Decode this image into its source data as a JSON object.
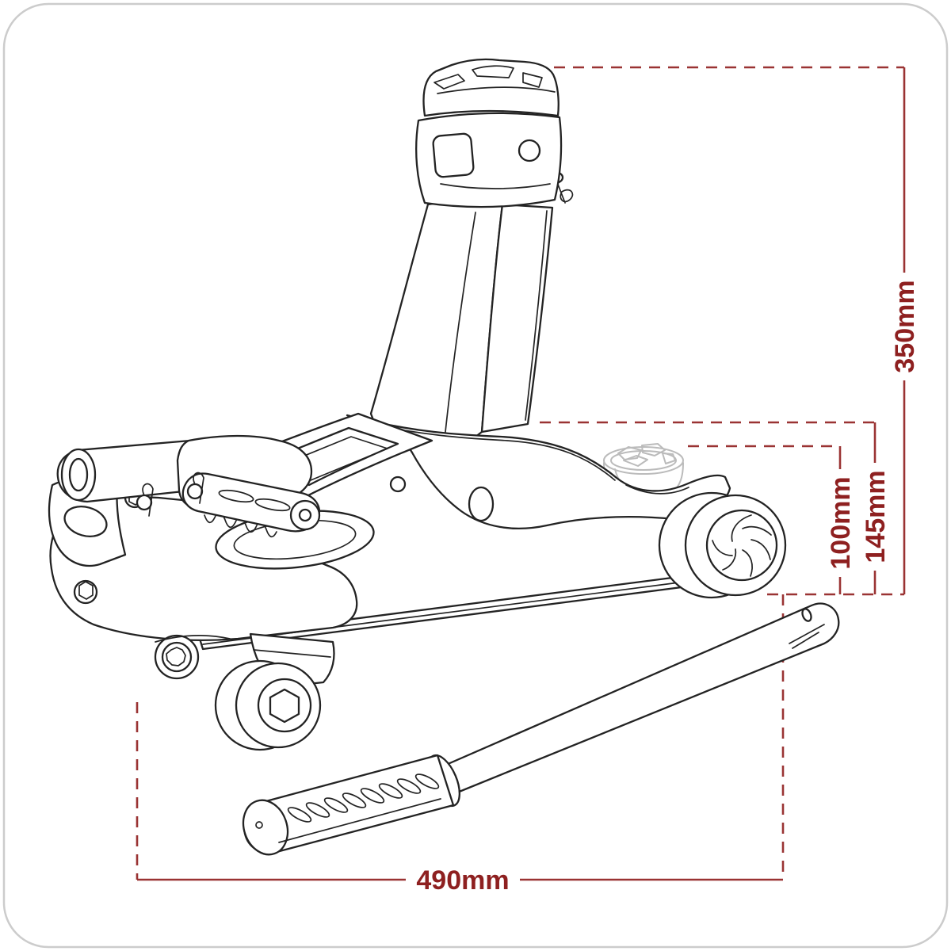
{
  "page": {
    "background": "#ffffff",
    "border_color": "#cccccc"
  },
  "illustration": {
    "subject": "trolley-jack-line-drawing",
    "line_color": "#232323",
    "ghost_color": "#bbbbbb"
  },
  "dimensions": {
    "line_color": "#9a3333",
    "text_color": "#8e2020",
    "max_height": "350mm",
    "min_saddle_height": "100mm",
    "chassis_height": "145mm",
    "chassis_length": "490mm"
  }
}
